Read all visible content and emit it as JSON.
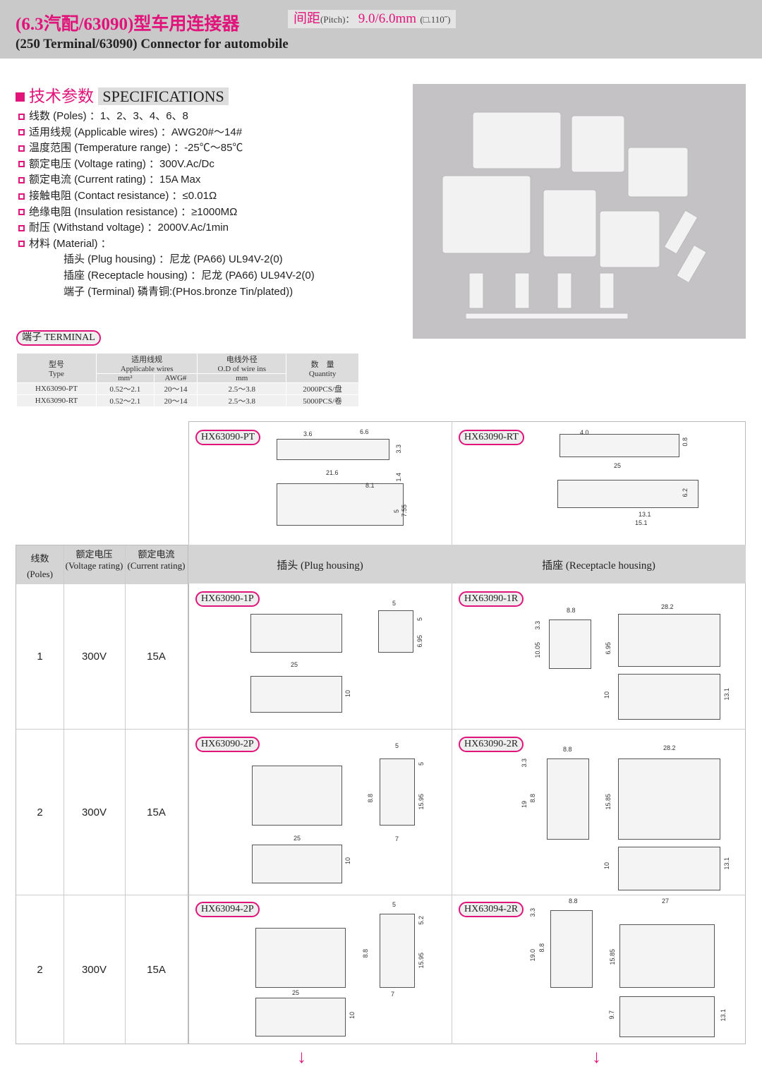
{
  "header": {
    "title_cn": "(6.3汽配/63090)型车用连接器",
    "pitch_label": "间距",
    "pitch_en": "(Pitch)：",
    "pitch_value": "9.0/6.0mm",
    "pitch_inch": "(□.110˝)",
    "title_en": "(250 Terminal/63090) Connector for automobile"
  },
  "specs": {
    "title_cn": "技术参数",
    "title_en": "SPECIFICATIONS",
    "items": [
      "线数 (Poles) ：1、2、3、4、6、8",
      "适用线规 (Applicable wires) ：AWG20#～14#",
      "温度范围 (Temperature range) ：-25℃～85℃",
      "额定电压 (Voltage rating) ：300V.Ac/Dc",
      "额定电流 (Current rating) ：15A Max",
      "接触电阻 (Contact resistance) ：≤0.01Ω",
      "绝缘电阻 (Insulation resistance) ：≥1000MΩ",
      "耐压 (Withstand voltage) ：2000V.Ac/1min",
      "材料 (Material) ："
    ],
    "material": [
      "插头 (Plug housing) ：尼龙 (PA66) UL94V-2(0)",
      "插座 (Receptacle housing) ：尼龙 (PA66) UL94V-2(0)",
      "端子 (Terminal) 磷青铜:(PHos.bronze Tin/plated))"
    ]
  },
  "terminal": {
    "label": "端子 TERMINAL",
    "headers": {
      "type_cn": "型号",
      "type_en": "Type",
      "wires_cn": "适用线规",
      "wires_en": "Applicable wires",
      "mm2": "mm²",
      "awg": "AWG#",
      "od_cn": "电线外径",
      "od_en": "O.D of wire ins",
      "mm": "mm",
      "qty_cn": "数　量",
      "qty_en": "Quantity"
    },
    "rows": [
      [
        "HX63090-PT",
        "0.52～2.1",
        "20～14",
        "2.5～3.8",
        "2000PCS/盘"
      ],
      [
        "HX63090-RT",
        "0.52～2.1",
        "20～14",
        "2.5～3.8",
        "5000PCS/卷"
      ]
    ]
  },
  "drawings": {
    "pt": {
      "label": "HX63090-PT",
      "dims": [
        "3.6",
        "6.6",
        "3.3",
        "21.6",
        "1.4",
        "8.1",
        "5",
        "7.55"
      ]
    },
    "rt": {
      "label": "HX63090-RT",
      "dims": [
        "4.0",
        "0.8",
        "25",
        "6.2",
        "13.1",
        "15.1"
      ]
    },
    "p1": {
      "label": "HX63090-1P",
      "dims": [
        "5",
        "5",
        "6.95",
        "25",
        "10"
      ]
    },
    "r1": {
      "label": "HX63090-1R",
      "dims": [
        "8.8",
        "28.2",
        "3.3",
        "10.05",
        "6.95",
        "10",
        "13.1"
      ]
    },
    "p2": {
      "label": "HX63090-2P",
      "dims": [
        "5",
        "5",
        "8.8",
        "15.95",
        "25",
        "7",
        "10"
      ]
    },
    "r2": {
      "label": "HX63090-2R",
      "dims": [
        "8.8",
        "28.2",
        "3.3",
        "19",
        "8.8",
        "15.85",
        "10",
        "13.1"
      ]
    },
    "p3": {
      "label": "HX63094-2P",
      "dims": [
        "5",
        "5.2",
        "8.8",
        "15.95",
        "25",
        "7",
        "10"
      ]
    },
    "r3": {
      "label": "HX63094-2R",
      "dims": [
        "8.8",
        "27",
        "3.3",
        "19.0",
        "8.8",
        "15.85",
        "9.7",
        "13.1"
      ]
    }
  },
  "poles_table": {
    "headers": {
      "poles_cn": "线数",
      "poles_en": "(Poles)",
      "volt_cn": "额定电压",
      "volt_en": "(Voltage rating)",
      "curr_cn": "额定电流",
      "curr_en": "(Current rating)",
      "plug": "插头 (Plug housing)",
      "rec": "插座 (Receptacle housing)"
    },
    "rows": [
      [
        "1",
        "300V",
        "15A"
      ],
      [
        "2",
        "300V",
        "15A"
      ],
      [
        "2",
        "300V",
        "15A"
      ]
    ]
  },
  "colors": {
    "accent": "#e0147a",
    "header_bg": "#c9c9c9"
  }
}
